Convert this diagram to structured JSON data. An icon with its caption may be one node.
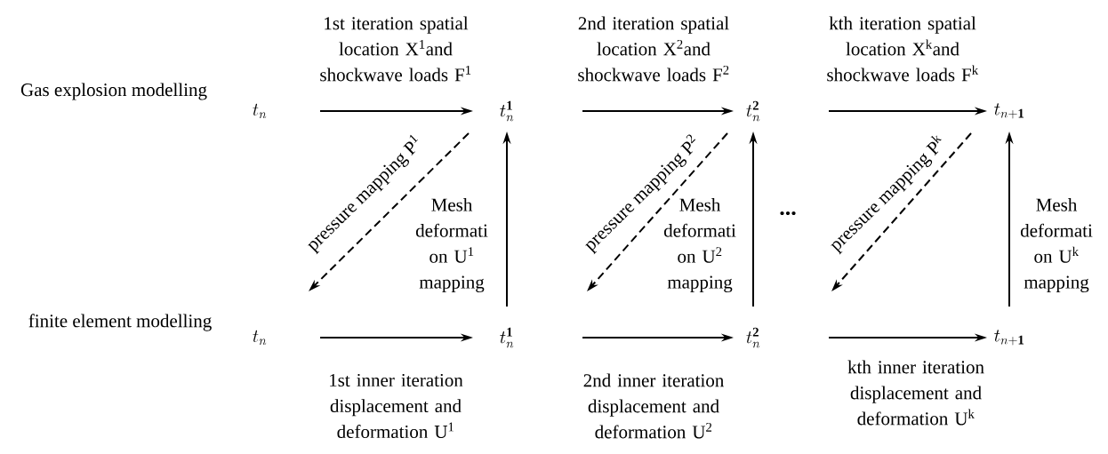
{
  "diagram": {
    "nodes": [
      {
        "text": [
          "t_n"
        ]
      },
      {
        "text": [
          "t_n^{\\mathbf{1}}"
        ]
      },
      {
        "text": [
          "t_n^{\\mathbf{2}}"
        ]
      },
      {
        "text": [
          "t_{n+\\mathbf{1}}"
        ]
      },
      {
        "text": [
          "t_n"
        ]
      },
      {
        "text": [
          "t_n^{\\mathbf{1}}"
        ]
      },
      {
        "text": [
          "t_n^{\\mathbf{2}}"
        ]
      },
      {
        "text": [
          "t_{n+\\mathbf{1}}"
        ]
      }
    ],
    "edges": [
      {
        "from": 0,
        "to": 1,
        "arrow": "to",
        "label": "1st iteration spatial location X$^{1}$and shockwave loads F$^{1}$"
      },
      {
        "from": 1,
        "to": 2,
        "arrow": "to",
        "label": "2nd iteration spatial location X$^{2}$and shockwave loads F$^{2}$"
      },
      {
        "from": 2,
        "to": 3,
        "arrow": "to",
        "label": "kth iteration spatial location X$^{k}$and shockwave loads F$^{k}$"
      },
      {
        "from": 4,
        "to": 5,
        "arrow": "to",
        "label": "1st inner iteration displacement and deformation U$^{1}$"
      },
      {
        "from": 5,
        "to": 6,
        "arrow": "to",
        "label": "2nd inner iteration displacement and deformation U$^{2}$"
      },
      {
        "from": 6,
        "to": 7,
        "arrow": "to",
        "label": "kth inner iteration displacement and deformation U$^{k}$"
      },
      {
        "from": 1,
        "to": null,
        "arrow": "to",
        "style": "dashed",
        "label": "pressure mapping P$^{1}$"
      },
      {
        "from": 2,
        "to": null,
        "arrow": "to",
        "style": "dashed",
        "label": "pressure mapping P$^{2}$"
      },
      {
        "from": 3,
        "to": null,
        "arrow": "to",
        "style": "dashed",
        "label": "pressure mapping P$^{k}$"
      },
      {
        "from": 5,
        "to": 1,
        "arrow": "to",
        "label": "Mesh deformati on U$^{1}$ mapping"
      },
      {
        "from": 6,
        "to": 2,
        "arrow": "to",
        "label": "Mesh deformati on U$^{2}$ mapping"
      },
      {
        "from": 7,
        "to": 3,
        "arrow": "to",
        "label": "Mesh deformati on U$^{k}$ mapping"
      }
    ],
    "labels": [
      "Gas explosion modelling",
      "finite element modelling",
      "..."
    ]
  }
}
